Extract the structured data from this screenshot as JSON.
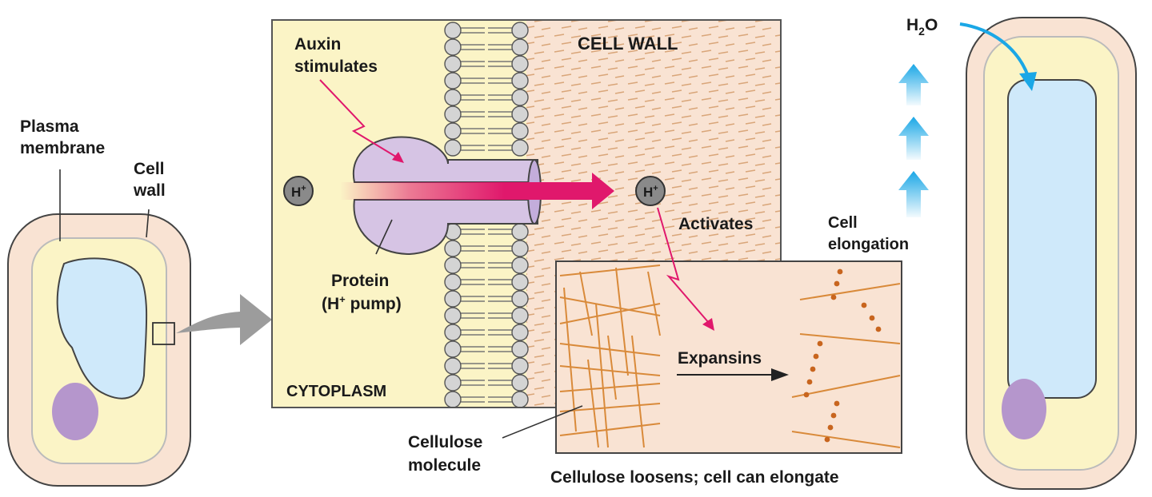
{
  "labels": {
    "plasma_membrane_1": "Plasma",
    "plasma_membrane_2": "membrane",
    "cell_wall_1": "Cell",
    "cell_wall_2": "wall",
    "auxin_1": "Auxin",
    "auxin_2": "stimulates",
    "cell_wall_region": "CELL WALL",
    "cytoplasm": "CYTOPLASM",
    "proton": "H",
    "proton_sup": "+",
    "protein_1": "Protein",
    "protein_2": "(H",
    "protein_2_sup": "+",
    "protein_2_end": " pump)",
    "activates": "Activates",
    "expansins": "Expansins",
    "cellulose_1": "Cellulose",
    "cellulose_2": "molecule",
    "loosens": "Cellulose loosens; cell can elongate",
    "water_h": "H",
    "water_sub": "2",
    "water_o": "O",
    "elongation_1": "Cell",
    "elongation_2": "elongation"
  },
  "colors": {
    "cell_wall": "#f9e3d3",
    "cytoplasm": "#fbf4c6",
    "vacuole": "#cfe9fa",
    "nucleus": "#b596cc",
    "pump": "#d6c4e4",
    "h_plus_arrow": "#e0186c",
    "water_arrow": "#1aa7e6",
    "gray_arrow": "#9c9c9c"
  }
}
